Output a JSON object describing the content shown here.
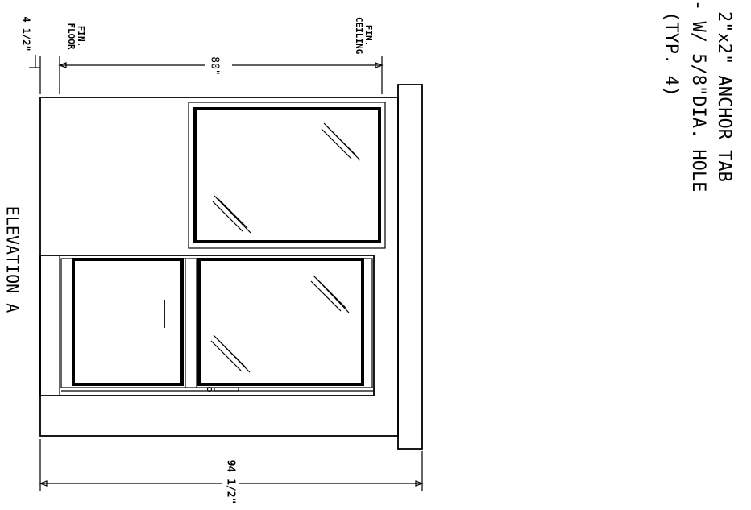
{
  "view": {
    "title": "ELEVATION A"
  },
  "levels": {
    "fin_floor": "FIN.\nFLOOR",
    "fin_ceiling": "FIN.\nCEILING"
  },
  "dimensions": {
    "sill_offset": "4 1/2\"",
    "height": "80\"",
    "width": "94 1/2\""
  },
  "note": {
    "line1": "2\"x2\" ANCHOR TAB",
    "line2": "- W/ 5/8\"DIA. HOLE",
    "line3": "(TYP. 4)"
  }
}
